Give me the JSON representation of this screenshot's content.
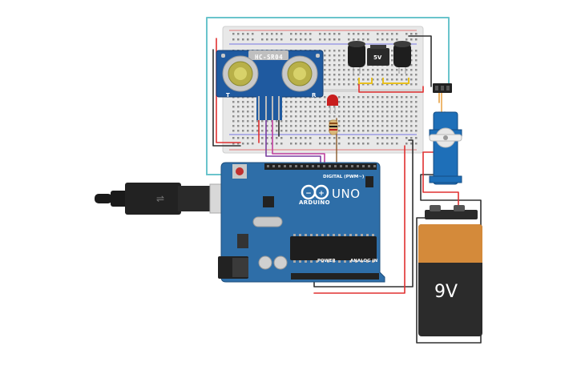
{
  "circuit": {
    "sonar_label": "HC-SR04",
    "sonar_t": "T",
    "sonar_r": "R",
    "regulator_label": "5V",
    "board_label": "UNO",
    "board_brand": "ARDUINO",
    "digital_label": "DIGITAL (PWM~)",
    "power_label": "POWER",
    "analog_label": "ANALOG IN",
    "battery_label": "9V"
  },
  "colors": {
    "board": "#2e6ea8",
    "breadboard": "#e8e8e8",
    "wire_red": "#e03030",
    "wire_black": "#303030",
    "wire_teal": "#6ac4cc",
    "wire_purple": "#7a3fa0",
    "wire_magenta": "#c040a0",
    "wire_orange": "#e8a040",
    "servo": "#1e6fb8",
    "battery_top": "#d48a3a",
    "battery_body": "#2b2b2b"
  }
}
